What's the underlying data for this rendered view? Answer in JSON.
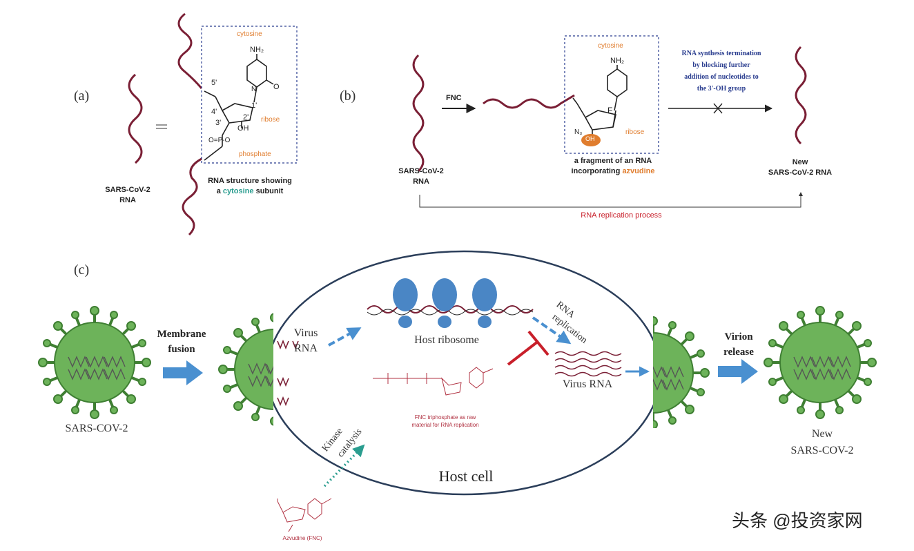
{
  "colors": {
    "rna_strand": "#7a1f35",
    "virus_body": "#6db35a",
    "virus_outline": "#3f7f33",
    "ribosome": "#4a86c5",
    "arrow_blue": "#4a90d0",
    "inhibitor_red": "#c81f2a",
    "orange_label": "#e07d2e",
    "blue_label": "#2a3d8f",
    "cell_outline": "#2b3e5a",
    "dotted_teal": "#2a9d8f"
  },
  "panel_a": {
    "label": "(a)",
    "rna_label": [
      "SARS-CoV-2",
      "RNA"
    ],
    "equals": "=",
    "cytosine_label": "cytosine",
    "nh2": "NH₂",
    "n": "N",
    "o": "O",
    "five_prime": "5'",
    "four_prime": "4'",
    "three_prime": "3'",
    "two_prime": "2'",
    "one_prime": "1'",
    "oh": "OH",
    "ribose_label": "ribose",
    "phosphate_label": "phosphate",
    "phosphate_formula": "O=P-O",
    "caption_line1": "RNA structure showing",
    "caption_line2_pre": "a ",
    "caption_line2_colored": "cytosine",
    "caption_line2_post": " subunit"
  },
  "panel_b": {
    "label": "(b)",
    "rna_label": [
      "SARS-CoV-2",
      "RNA"
    ],
    "fnc": "FNC",
    "cytosine_label": "cytosine",
    "ribose_label": "ribose",
    "nh2": "NH₂",
    "n3": "N₃",
    "oh": "OH",
    "f": "F",
    "fragment_caption_line1": "a fragment of an RNA",
    "fragment_caption_line2_pre": "incorporating ",
    "fragment_caption_line2_colored": "azvudine",
    "termination_text": [
      "RNA synthesis termination",
      "by blocking further",
      "addition of nucleotides to",
      "the 3'-OH group"
    ],
    "new_rna_label": [
      "New",
      "SARS-CoV-2 RNA"
    ],
    "replication_process": "RNA replication process"
  },
  "panel_c": {
    "label": "(c)",
    "sars_cov_2": "SARS-COV-2",
    "membrane_fusion": [
      "Membrane",
      "fusion"
    ],
    "virus_rna_left": [
      "Virus",
      "RNA"
    ],
    "host_ribosome": "Host ribosome",
    "rna_replication": [
      "RNA",
      "replication"
    ],
    "virus_rna_right": "Virus RNA",
    "fnc_triphosphate_caption": [
      "FNC triphosphate as raw",
      "material for RNA replication"
    ],
    "kinase_catalysis": [
      "Kinase",
      "catalysis"
    ],
    "host_cell": "Host cell",
    "azvudine_caption": "Azvudine (FNC)",
    "virion_release": [
      "Virion",
      "release"
    ],
    "new_sars_cov_2": [
      "New",
      "SARS-COV-2"
    ]
  },
  "watermark": "头条 @投资家网"
}
